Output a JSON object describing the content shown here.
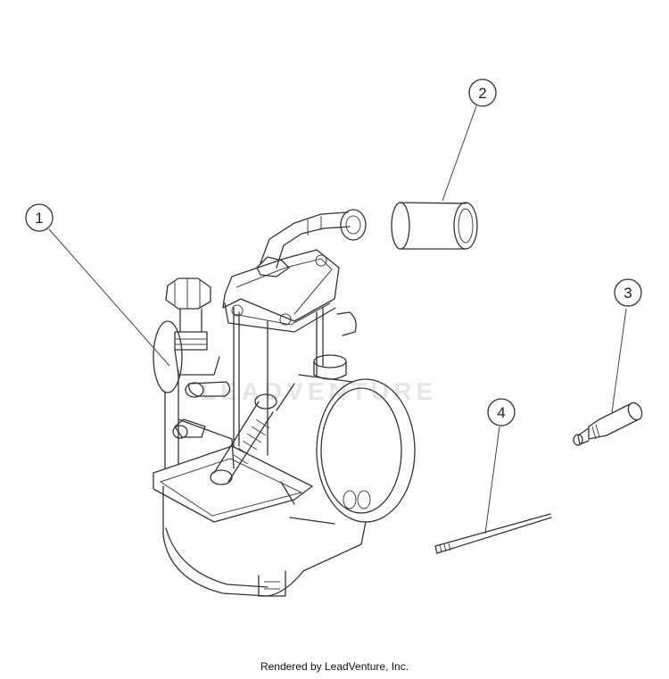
{
  "callouts": [
    {
      "id": "callout-1",
      "number": "1"
    },
    {
      "id": "callout-2",
      "number": "2"
    },
    {
      "id": "callout-3",
      "number": "3"
    },
    {
      "id": "callout-4",
      "number": "4"
    }
  ],
  "watermark": "LEADVENTURE",
  "footer": {
    "credit": "Rendered by LeadVenture, Inc."
  }
}
